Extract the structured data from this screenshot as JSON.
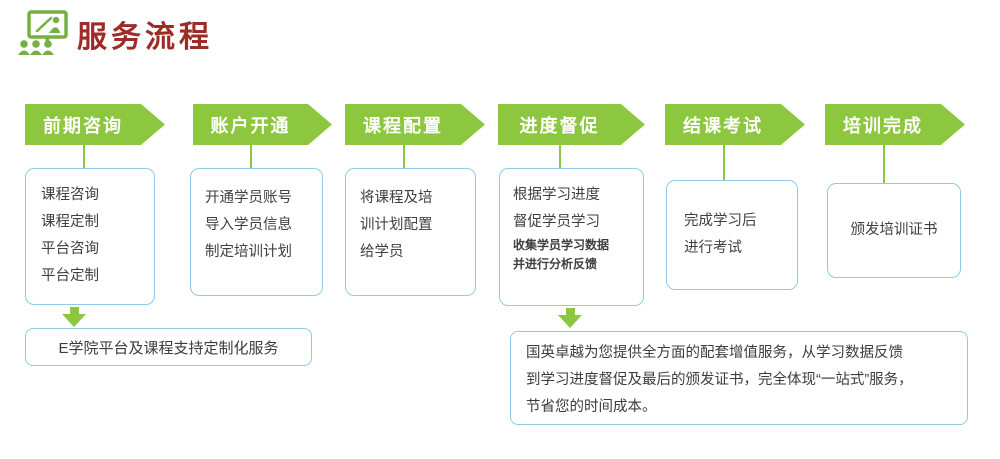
{
  "header": {
    "icon": "presentation-training-icon",
    "title": "服务流程"
  },
  "colors": {
    "arrow_green": "#8dc63f",
    "icon_green": "#76b043",
    "title_red": "#9e2b26",
    "box_border_blue": "#8fcbe8",
    "body_text": "#404040"
  },
  "steps": [
    {
      "label": "前期咨询",
      "lines": [
        "课程咨询",
        "课程定制",
        "平台咨询",
        "平台定制"
      ]
    },
    {
      "label": "账户开通",
      "lines": [
        "开通学员账号",
        "导入学员信息",
        "制定培训计划"
      ]
    },
    {
      "label": "课程配置",
      "lines": [
        "将课程及培",
        "训计划配置",
        "给学员"
      ]
    },
    {
      "label": "进度督促",
      "lines": [
        "根据学习进度",
        "督促学员学习"
      ],
      "sublines": [
        "收集学员学习数据",
        "并进行分析反馈"
      ]
    },
    {
      "label": "结课考试",
      "lines": [
        "完成学习后",
        "进行考试"
      ]
    },
    {
      "label": "培训完成",
      "lines": [
        "颁发培训证书"
      ]
    }
  ],
  "notes": {
    "left": "E学院平台及课程支持定制化服务",
    "right_lines": [
      "国英卓越为您提供全方面的配套增值服务，从学习数据反馈",
      "到学习进度督促及最后的颁发证书，完全体现“一站式”服务，",
      "节省您的时间成本。"
    ]
  }
}
